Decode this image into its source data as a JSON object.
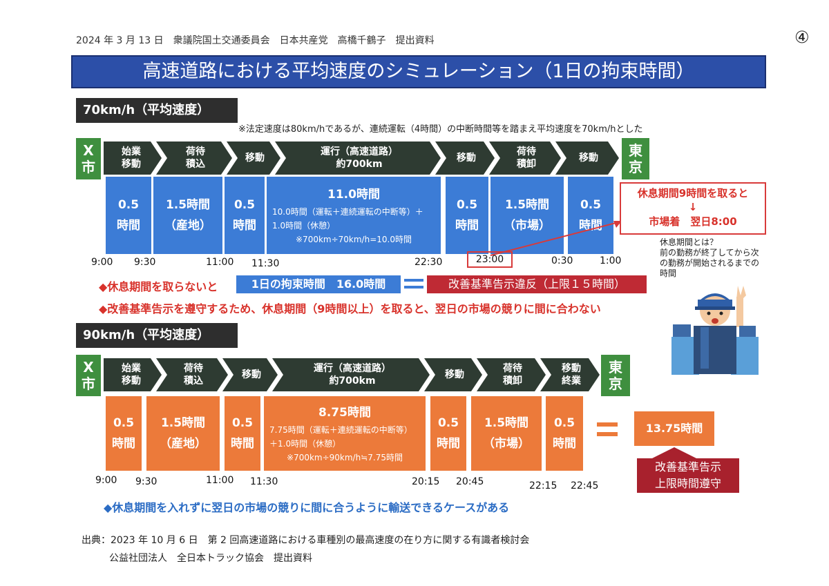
{
  "header": {
    "note": "2024 年 3 月 13 日　衆議院国土交通委員会　日本共産党　高橋千鶴子　提出資料",
    "page_number": "④"
  },
  "banner": {
    "title": "高速道路における平均速度のシミュレーション（1日の拘束時間）"
  },
  "section1": {
    "title": "70km/h（平均速度）",
    "note": "※法定速度は80km/hであるが、連続運転（4時間）の中断時間等を踏まえ平均速度を70km/hとした",
    "start_city": "X\n市",
    "end_city": "東\n京",
    "steps": [
      "始業\n移動",
      "荷待\n積込",
      "移動",
      "運行（高速道路）\n約700km",
      "移動",
      "荷待\n積卸",
      "移動"
    ],
    "boxes": [
      {
        "main": "0.5\n時間"
      },
      {
        "main": "1.5時間\n（産地）"
      },
      {
        "main": "0.5\n時間"
      },
      {
        "main": "11.0時間",
        "sub": "10.0時間（運転＋連続運転の中断等）＋1.0時間（休憩）",
        "sub2": "※700km÷70km/h=10.0時間"
      },
      {
        "main": "0.5\n時間"
      },
      {
        "main": "1.5時間\n（市場）"
      },
      {
        "main": "0.5\n時間"
      }
    ],
    "times": [
      "9:00",
      "9:30",
      "11:00",
      "11:30",
      "22:30",
      "23:00",
      "0:30",
      "1:00"
    ],
    "rest": {
      "line1": "休息期間9時間を取ると",
      "arrow": "↓",
      "line2": "市場着　翌日8:00"
    },
    "rest_def": {
      "q": "休息期間とは？",
      "a": "前の勤務が終了してから次の勤務が開始されるまでの時間"
    },
    "bullet1": "◆休息期間を取らないと",
    "total": "1日の拘束時間　16.0時間",
    "violation": "改善基準告示違反（上限１５時間）",
    "bullet2": "◆改善基準告示を遵守するため、休息期間（9時間以上）を取ると、翌日の市場の競りに間に合わない"
  },
  "section2": {
    "title": "90km/h（平均速度）",
    "start_city": "X\n市",
    "end_city": "東\n京",
    "steps": [
      "始業\n移動",
      "荷待\n積込",
      "移動",
      "運行（高速道路）\n約700km",
      "移動",
      "荷待\n積卸",
      "移動\n終業"
    ],
    "boxes": [
      {
        "main": "0.5\n時間"
      },
      {
        "main": "1.5時間\n（産地）"
      },
      {
        "main": "0.5\n時間"
      },
      {
        "main": "8.75時間",
        "sub": "7.75時間（運転＋連続運転の中断等）＋1.0時間（休憩）",
        "sub2": "※700km÷90km/h≒7.75時間"
      },
      {
        "main": "0.5\n時間"
      },
      {
        "main": "1.5時間\n（市場）"
      },
      {
        "main": "0.5\n時間"
      }
    ],
    "times": [
      "9:00",
      "9:30",
      "11:00",
      "11:30",
      "20:15",
      "20:45",
      "22:15",
      "22:45"
    ],
    "total": "13.75時間",
    "compliance": "改善基準告示\n上限時間遵守",
    "bullet": "◆休息期間を入れずに翌日の市場の競りに間に合うように輸送できるケースがある"
  },
  "footer": {
    "line1": "出典：2023 年 10 月 6 日　第 2 回高速道路における車種別の最高速度の在り方に関する有識者検討会",
    "line2": "公益社団法人　全日本トラック協会　提出資料"
  },
  "colors": {
    "banner": "#2c4fa8",
    "blue_box": "#3c7cd6",
    "orange_box": "#ec7a3a",
    "chevron": "#2e3b32",
    "city": "#3f8f3f",
    "red": "#d8322b"
  },
  "icons": [
    "truck-driver-illustration-icon",
    "arrow-line-icon"
  ]
}
